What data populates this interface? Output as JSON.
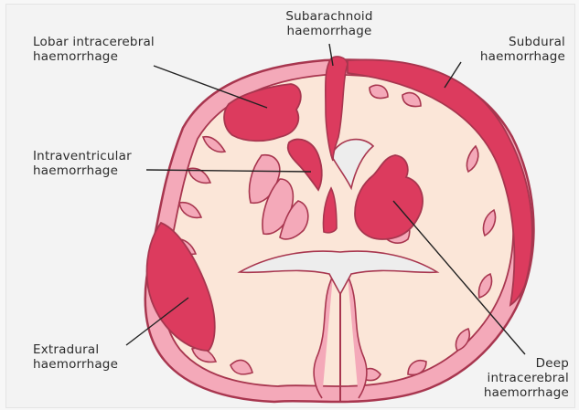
{
  "labels": {
    "subarachnoid": "Subarachnoid\nhaemorrhage",
    "lobar": "Lobar intracerebral\nhaemorrhage",
    "subdural": "Subdural\nhaemorrhage",
    "intraventricular": "Intraventricular\nhaemorrhage",
    "extradural": "Extradural\nhaemorrhage",
    "deep": "Deep\nintracerebral\nhaemorrhage"
  },
  "colors": {
    "haemorrhage": "#dc3b5e",
    "cortex": "#f4a9b9",
    "outline": "#a8364f",
    "brain_interior": "#fbe6d8",
    "ventricle": "#ededed",
    "leader_line": "#222222"
  }
}
